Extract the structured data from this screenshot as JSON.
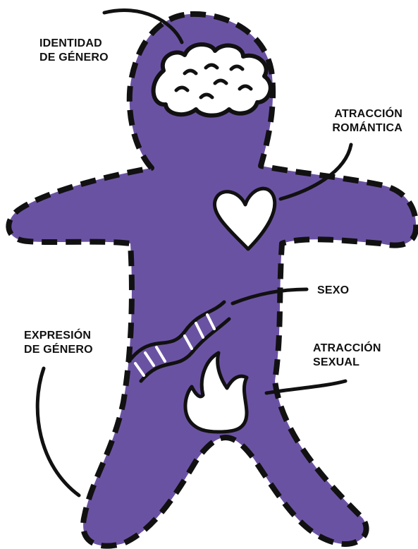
{
  "colors": {
    "body_fill": "#6a52a3",
    "outline": "#111111",
    "background": "#ffffff",
    "inner_fill": "#ffffff"
  },
  "labels": {
    "gender_identity": {
      "line1": "IDENTIDAD",
      "line2": "DE GÉNERO"
    },
    "romantic_attraction": {
      "line1": "ATRACCIÓN",
      "line2": "ROMÁNTICA"
    },
    "sex": {
      "line1": "SEXO"
    },
    "gender_expression": {
      "line1": "EXPRESIÓN",
      "line2": "DE GÉNERO"
    },
    "sexual_attraction": {
      "line1": "ATRACCIÓN",
      "line2": "SEXUAL"
    }
  },
  "icons": {
    "brain": "brain-icon",
    "heart": "heart-icon",
    "dna": "dna-icon",
    "flame": "flame-icon"
  }
}
